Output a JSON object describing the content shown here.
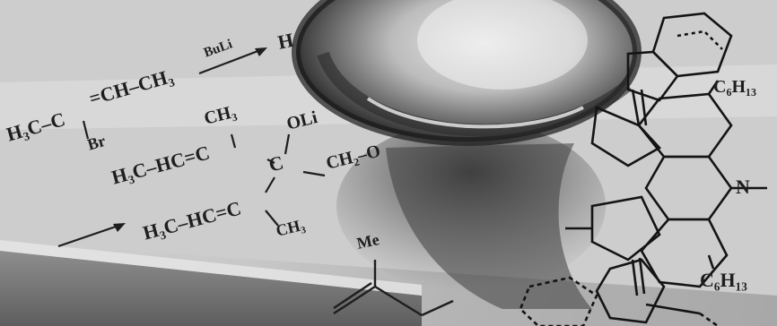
{
  "labels": {
    "reagent": "BuLi",
    "h_fragment": "H",
    "propene_left": "H₃C–C",
    "propene_mid": "=CH–CH₃",
    "bromo": "Br",
    "methyl_top": "CH₃",
    "center_oh": "OLi",
    "upper_chain": "H₃C–HC=C",
    "carbon_center": "C",
    "ch2o": "CH₂–O",
    "lower_chain": "H₃C–HC=C",
    "methyl_bottom": "CH₃",
    "me_label": "Me",
    "n_label": "N",
    "hexyl_top": "C₆H₁₃",
    "hexyl_bottom": "C₆H₁₃"
  },
  "colors": {
    "ink": "#1e1e1e",
    "paper": "#c8c8c8",
    "shadow": "#3a3a3a",
    "glass_highlight": "#f4f4f4"
  },
  "icons": {
    "reaction_arrow": "arrow-icon",
    "glass_sphere": "glass-sphere"
  }
}
